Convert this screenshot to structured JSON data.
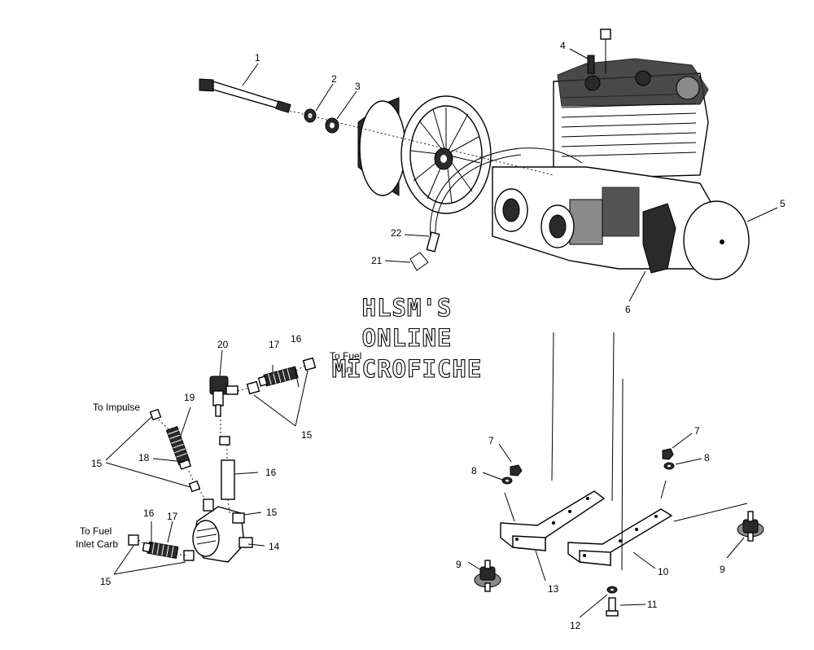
{
  "watermark": {
    "line1": "HLSM'S",
    "line2": "ONLINE",
    "line3": "MICROFICHE"
  },
  "callouts": [
    {
      "id": "c1",
      "text": "1"
    },
    {
      "id": "c2",
      "text": "2"
    },
    {
      "id": "c3",
      "text": "3"
    },
    {
      "id": "c4",
      "text": "4"
    },
    {
      "id": "c5",
      "text": "5"
    },
    {
      "id": "c6",
      "text": "6"
    },
    {
      "id": "c7a",
      "text": "7"
    },
    {
      "id": "c7b",
      "text": "7"
    },
    {
      "id": "c8a",
      "text": "8"
    },
    {
      "id": "c8b",
      "text": "8"
    },
    {
      "id": "c9a",
      "text": "9"
    },
    {
      "id": "c9b",
      "text": "9"
    },
    {
      "id": "c10",
      "text": "10"
    },
    {
      "id": "c11",
      "text": "11"
    },
    {
      "id": "c12",
      "text": "12"
    },
    {
      "id": "c13",
      "text": "13"
    },
    {
      "id": "c14",
      "text": "14"
    },
    {
      "id": "c15a",
      "text": "15"
    },
    {
      "id": "c15b",
      "text": "15"
    },
    {
      "id": "c15c",
      "text": "15"
    },
    {
      "id": "c15d",
      "text": "15"
    },
    {
      "id": "c16a",
      "text": "16"
    },
    {
      "id": "c16b",
      "text": "16"
    },
    {
      "id": "c16c",
      "text": "16"
    },
    {
      "id": "c17a",
      "text": "17"
    },
    {
      "id": "c17b",
      "text": "17"
    },
    {
      "id": "c18",
      "text": "18"
    },
    {
      "id": "c19",
      "text": "19"
    },
    {
      "id": "c20",
      "text": "20"
    },
    {
      "id": "c21",
      "text": "21"
    },
    {
      "id": "c22",
      "text": "22"
    }
  ],
  "labels": {
    "to_impulse": "To Impulse",
    "to_fuel_tank_1": "To Fuel",
    "to_fuel_tank_2": "Tank",
    "to_fuel_carb_1": "To Fuel",
    "to_fuel_carb_2": "Inlet Carb"
  }
}
